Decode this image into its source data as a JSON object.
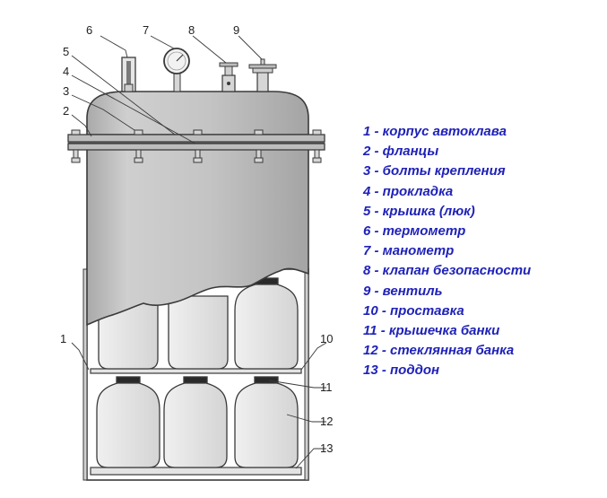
{
  "callout_numbers": [
    "1",
    "2",
    "3",
    "4",
    "5",
    "6",
    "7",
    "8",
    "9",
    "10",
    "11",
    "12",
    "13"
  ],
  "legend": [
    {
      "num": "1",
      "text": "1 - корпус автоклава"
    },
    {
      "num": "2",
      "text": "2 - фланцы"
    },
    {
      "num": "3",
      "text": "3 - болты крепления"
    },
    {
      "num": "4",
      "text": "4 - прокладка"
    },
    {
      "num": "5",
      "text": "5 - крышка (люк)"
    },
    {
      "num": "6",
      "text": "6 - термометр"
    },
    {
      "num": "7",
      "text": "7 - манометр"
    },
    {
      "num": "8",
      "text": "8 - клапан безопасности"
    },
    {
      "num": "9",
      "text": "9 - вентиль"
    },
    {
      "num": "10",
      "text": "10 - проставка"
    },
    {
      "num": "11",
      "text": "11 - крышечка банки"
    },
    {
      "num": "12",
      "text": "12 - стеклянная банка"
    },
    {
      "num": "13",
      "text": "13 - поддон"
    }
  ],
  "colors": {
    "legend_text": "#1f22b8",
    "body_fill": "#c2c2c2",
    "outline": "#3a3a3a",
    "callout_text": "#222222"
  }
}
